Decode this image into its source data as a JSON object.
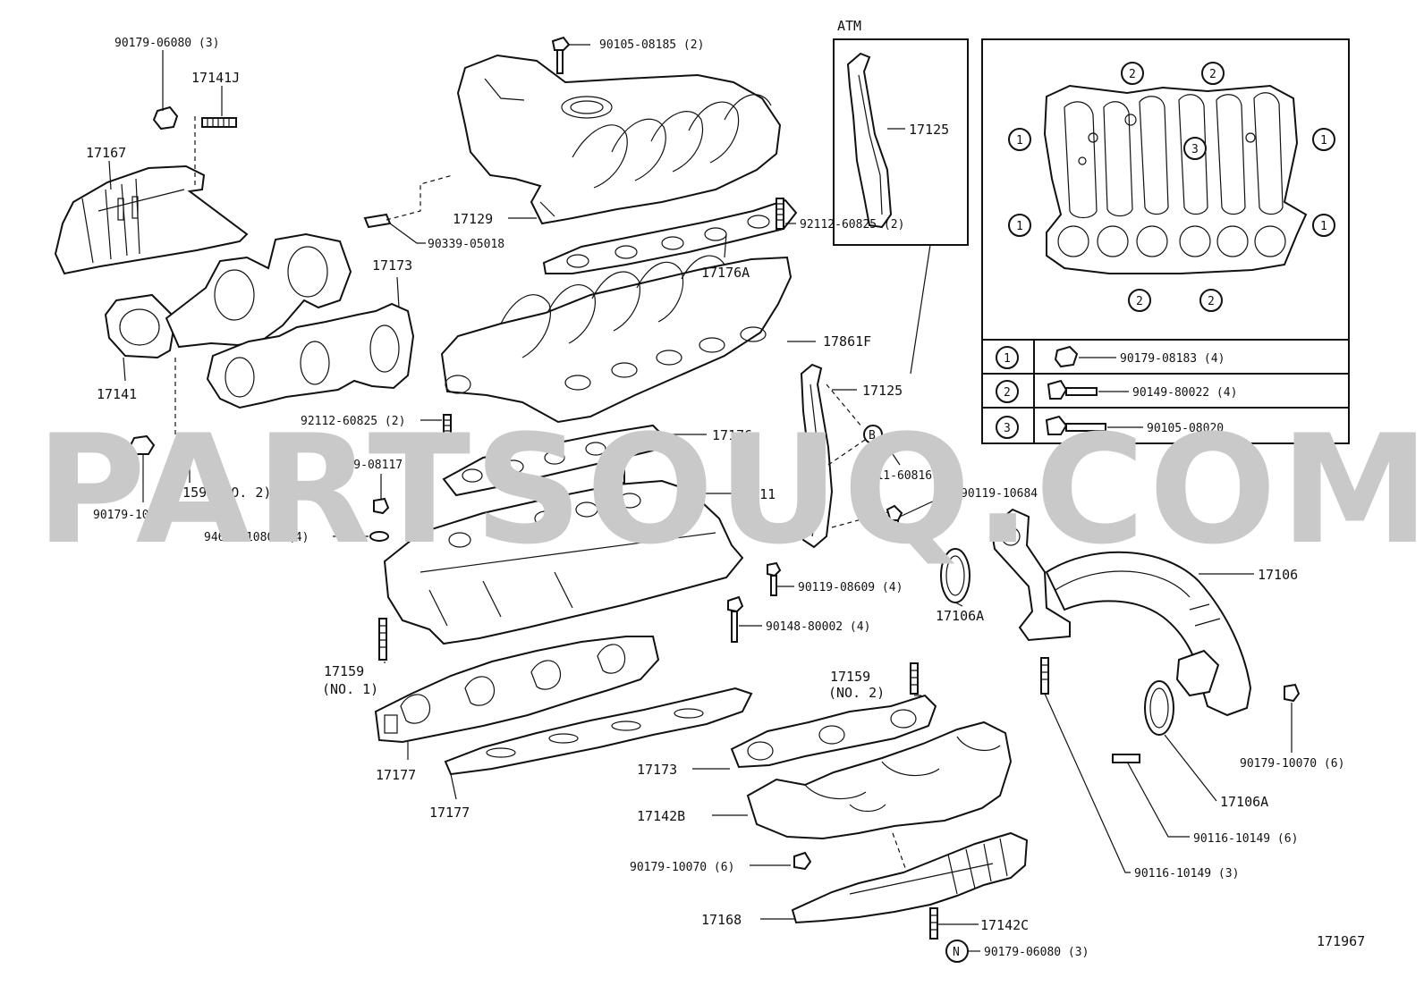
{
  "watermark": "PARTSOUQ.COM",
  "atm_label": "ATM",
  "diagram_id": "171967",
  "parts": {
    "p_90179_06080_top": "90179-06080 (3)",
    "p_17141J": "17141J",
    "p_17167": "17167",
    "p_17141": "17141",
    "p_17173_left": "17173",
    "p_90105_08185": "90105-08185 (2)",
    "p_17129": "17129",
    "p_90339_05018": "90339-05018",
    "p_17176A": "17176A",
    "p_92112_60825_right": "92112-60825 (2)",
    "p_17861F": "17861F",
    "p_92112_60825_left": "92112-60825 (2)",
    "p_17176": "17176",
    "p_90179_08117": "90179-08117 (4)",
    "p_17159_no2_left": "17159 (NO. 2)",
    "p_90179_10070_left": "90179-10070 (6)",
    "p_17111": "17111",
    "p_94623_10800": "94623-10800 (4)",
    "p_90119_08609": "90119-08609 (4)",
    "p_90148_80002": "90148-80002 (4)",
    "p_17159_no1": "17159",
    "p_17159_no1_sub": "(NO. 1)",
    "p_17177_a": "17177",
    "p_17177_b": "17177",
    "p_17125_atm": "17125",
    "p_17125": "17125",
    "p_91511_60816": "91511-60816",
    "p_90119_10684": "90119-10684",
    "p_17106A_left": "17106A",
    "p_17106": "17106",
    "p_17159_no2_right": "17159",
    "p_17159_no2_right_sub": "(NO. 2)",
    "p_17173_right": "17173",
    "p_17142B": "17142B",
    "p_90179_10070_bottom": "90179-10070 (6)",
    "p_17168": "17168",
    "p_17142C": "17142C",
    "p_90179_06080_bottom": "90179-06080 (3)",
    "p_90179_10070_right": "90179-10070 (6)",
    "p_17106A_right": "17106A",
    "p_90116_10149_6": "90116-10149 (6)",
    "p_90116_10149_3": "90116-10149 (3)"
  },
  "callouts": {
    "b_marker": "B",
    "n_marker": "N",
    "c1": "1",
    "c2": "2",
    "c3": "3"
  },
  "legend": {
    "row1": {
      "num": "1",
      "part": "90179-08183 (4)"
    },
    "row2": {
      "num": "2",
      "part": "90149-80022 (4)"
    },
    "row3": {
      "num": "3",
      "part": "90105-08020"
    }
  }
}
